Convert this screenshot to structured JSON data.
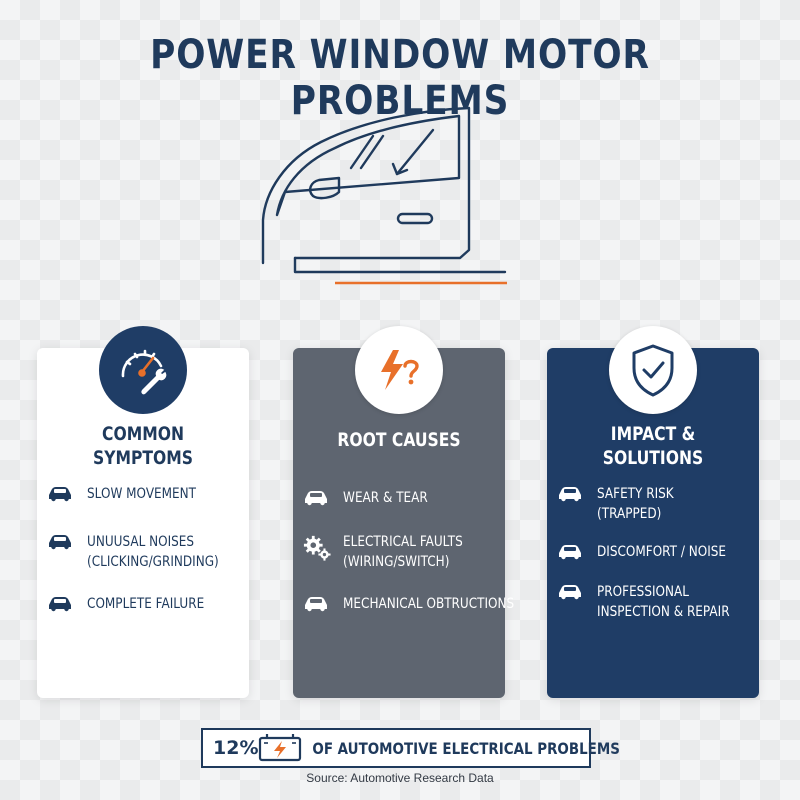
{
  "title": "POWER WINDOW MOTOR PROBLEMS",
  "colors": {
    "navy": "#1f3d66",
    "slate": "#5e6570",
    "accent": "#e8702a",
    "white": "#ffffff"
  },
  "cards": [
    {
      "icon": "gauge-wrench-icon",
      "title_line1": "COMMON",
      "title_line2": "SYMPTOMS",
      "items": [
        {
          "icon": "car-icon",
          "line1": "SLOW MOVEMENT",
          "line2": ""
        },
        {
          "icon": "car-icon",
          "line1": "UNUUSAL NOISES",
          "line2": "(CLICKING/GRINDING)"
        },
        {
          "icon": "car-icon",
          "line1": "COMPLETE FAILURE",
          "line2": ""
        }
      ]
    },
    {
      "icon": "lightning-question-icon",
      "title_line1": "ROOT CAUSES",
      "title_line2": "",
      "items": [
        {
          "icon": "car-icon",
          "line1": "WEAR & TEAR",
          "line2": ""
        },
        {
          "icon": "gears-icon",
          "line1": "ELECTRICAL FAULTS",
          "line2": "(WIRING/SWITCH)"
        },
        {
          "icon": "car-icon",
          "line1": "MECHANICAL OBTRUCTIONS",
          "line2": ""
        }
      ]
    },
    {
      "icon": "shield-check-icon",
      "title_line1": "IMPACT &",
      "title_line2": "SOLUTIONS",
      "items": [
        {
          "icon": "car-icon",
          "line1": "SAFETY RISK",
          "line2": "(TRAPPED)"
        },
        {
          "icon": "car-icon",
          "line1": "DISCOMFORT / NOISE",
          "line2": ""
        },
        {
          "icon": "car-icon",
          "line1": "PROFESSIONAL",
          "line2": "INSPECTION & REPAIR"
        }
      ]
    }
  ],
  "footer": {
    "percent": "12%",
    "icon": "battery-icon",
    "text": "OF AUTOMOTIVE ELECTRICAL PROBLEMS",
    "source": "Source: Automotive Research Data"
  }
}
